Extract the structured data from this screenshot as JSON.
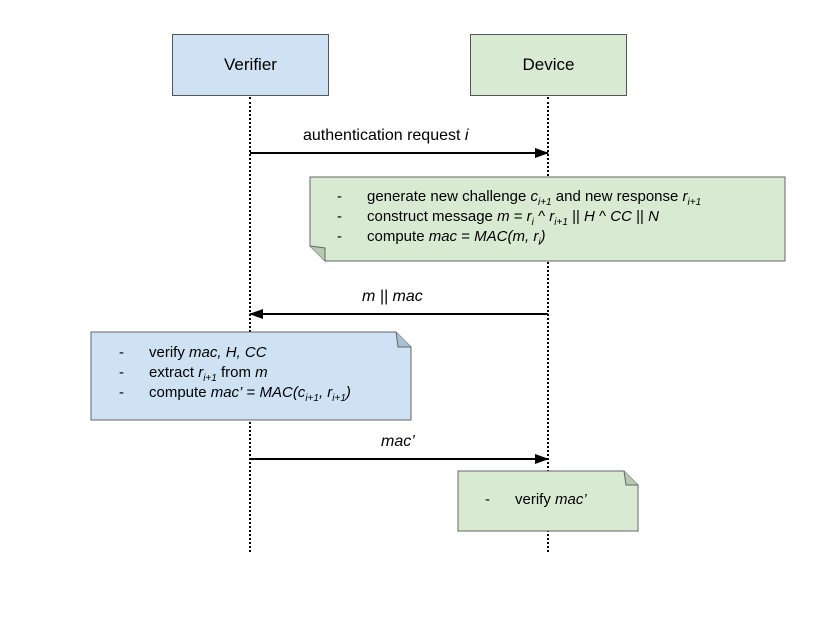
{
  "actors": {
    "verifier": {
      "label": "Verifier",
      "color": "#cfe2f3"
    },
    "device": {
      "label": "Device",
      "color": "#d9ead3"
    }
  },
  "messages": [
    {
      "from": "Verifier",
      "to": "Device",
      "label": "authentication request",
      "label_italic": "i"
    },
    {
      "from": "Device",
      "to": "Verifier",
      "label_italic": "m || mac"
    },
    {
      "from": "Verifier",
      "to": "Device",
      "label_italic": "mac’"
    }
  ],
  "notes": {
    "device_note_1": {
      "lines": [
        "generate new challenge c_{i+1} and new response r_{i+1}",
        "construct message m = r_i ^ r_{i+1} || H ^ CC || N",
        "compute mac = MAC(m, r_i)"
      ],
      "color": "#d9ead3"
    },
    "verifier_note": {
      "lines": [
        "verify mac, H, CC",
        "extract r_{i+1} from m",
        "compute mac’ = MAC(c_{i+1}, r_{i+1})"
      ],
      "color": "#cfe2f3"
    },
    "device_note_2": {
      "lines": [
        "verify mac’"
      ],
      "color": "#d9ead3"
    }
  },
  "bullet": "-"
}
